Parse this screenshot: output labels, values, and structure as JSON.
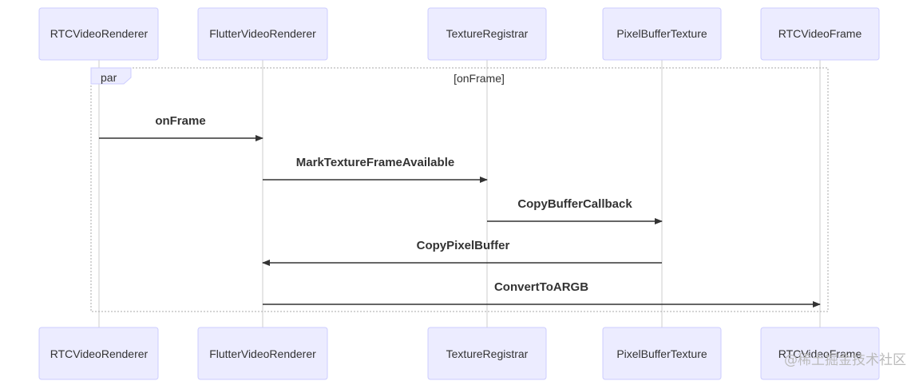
{
  "participants": [
    {
      "id": "rtcvr",
      "label": "RTCVideoRenderer"
    },
    {
      "id": "fvr",
      "label": "FlutterVideoRenderer"
    },
    {
      "id": "tr",
      "label": "TextureRegistrar"
    },
    {
      "id": "pbt",
      "label": "PixelBufferTexture"
    },
    {
      "id": "rvf",
      "label": "RTCVideoFrame"
    }
  ],
  "fragment": {
    "kind": "par",
    "condition": "[onFrame]"
  },
  "messages": [
    {
      "label": "onFrame",
      "from": "rtcvr",
      "to": "fvr"
    },
    {
      "label": "MarkTextureFrameAvailable",
      "from": "fvr",
      "to": "tr"
    },
    {
      "label": "CopyBufferCallback",
      "from": "tr",
      "to": "pbt"
    },
    {
      "label": "CopyPixelBuffer",
      "from": "pbt",
      "to": "fvr"
    },
    {
      "label": "ConvertToARGB",
      "from": "fvr",
      "to": "rvf"
    }
  ],
  "watermark": "@稀土掘金技术社区",
  "colors": {
    "actor_fill": "#ECECFF",
    "actor_stroke": "#CCCCFF",
    "line": "#333333",
    "lifeline": "#CCCCCC"
  }
}
